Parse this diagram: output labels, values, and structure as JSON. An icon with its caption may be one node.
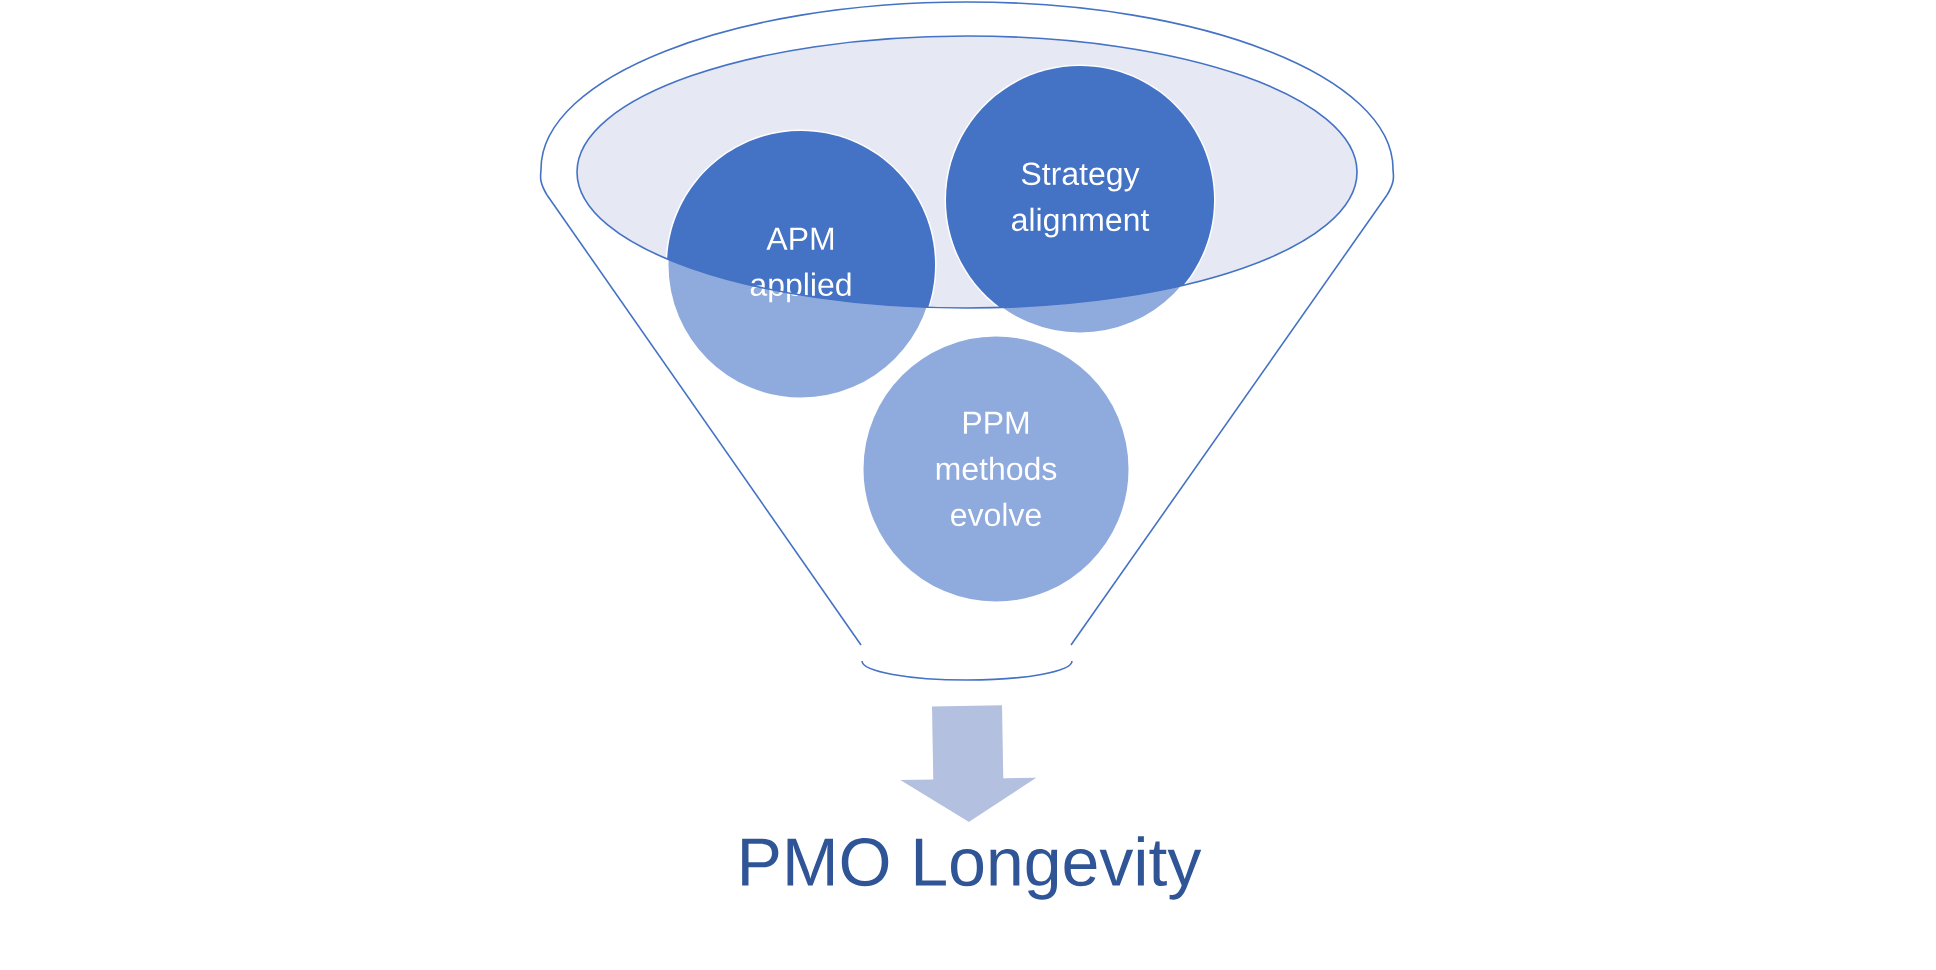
{
  "diagram": {
    "nodes": [
      {
        "text": [],
        "shape": "funnel"
      },
      {
        "text": [
          "APM applied"
        ],
        "in": 0
      },
      {
        "text": [
          "Strategy alignment"
        ],
        "in": 0
      },
      {
        "text": [
          "PPM methods evolve"
        ],
        "in": 0
      },
      {
        "text": [
          "PMO Longevity"
        ]
      }
    ],
    "edges": [
      {
        "from": 0,
        "to": 4,
        "arrow": "to"
      }
    ]
  }
}
